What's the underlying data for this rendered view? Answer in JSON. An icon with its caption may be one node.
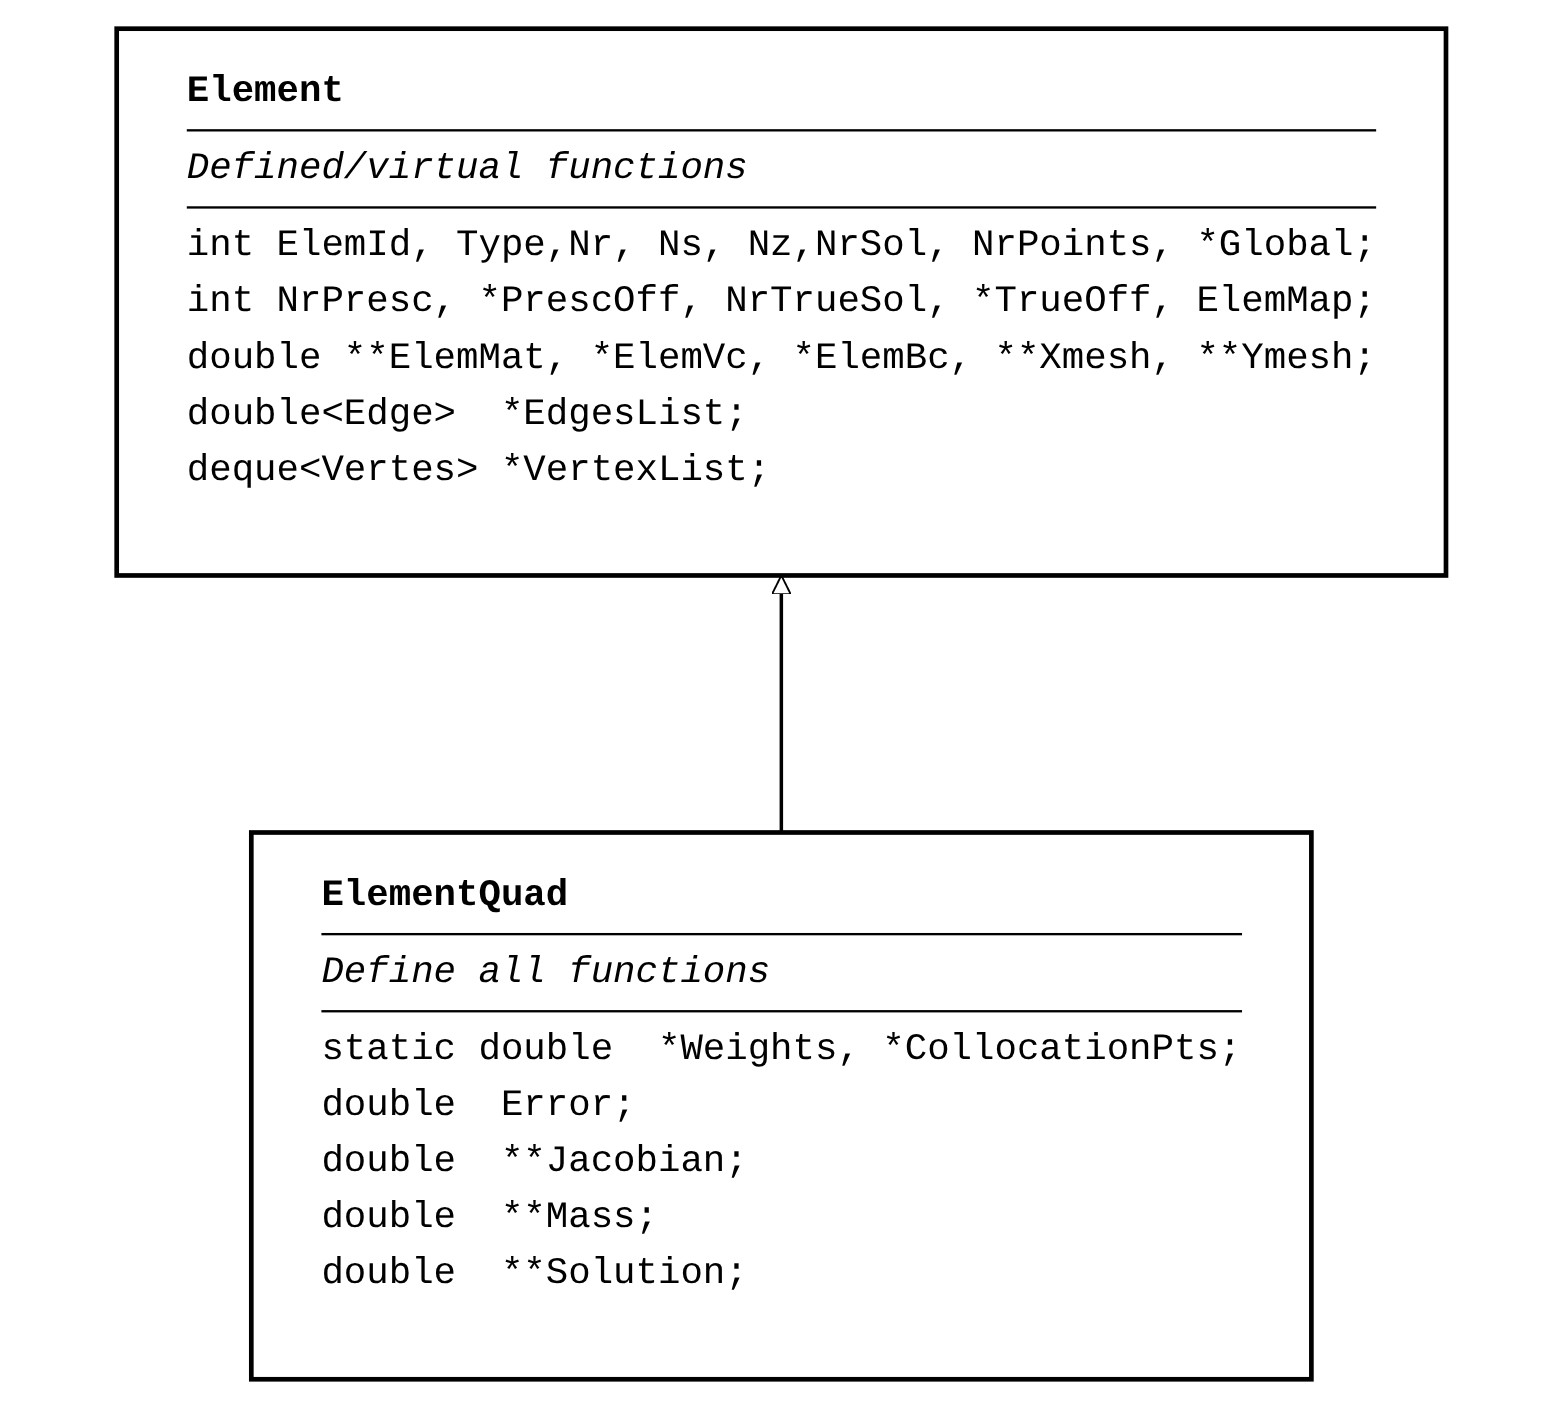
{
  "diagram": {
    "nodes": [
      {
        "text": [
          "Element",
          "Defined/virtual functions",
          "int ElemId, Type,Nr, Ns, Nz,NrSol, NrPoints, *Global;",
          "int NrPresc, *PrescOff, NrTrueSol, *TrueOff, ElemMap;",
          "double **ElemMat, *ElemVc, *ElemBc, **Xmesh, **Ymesh;",
          "double<Edge>  *EdgesList;",
          "deque<Vertes> *VertexList;"
        ]
      },
      {
        "text": [
          "ElementQuad",
          "Define all functions",
          "static double  *Weights, *CollocationPts;",
          "double  Error;",
          "double  **Jacobian;",
          "double  **Mass;",
          "double  **Solution;"
        ]
      }
    ],
    "edges": [
      {
        "from": 1,
        "to": 0,
        "arrow": "to"
      }
    ]
  }
}
